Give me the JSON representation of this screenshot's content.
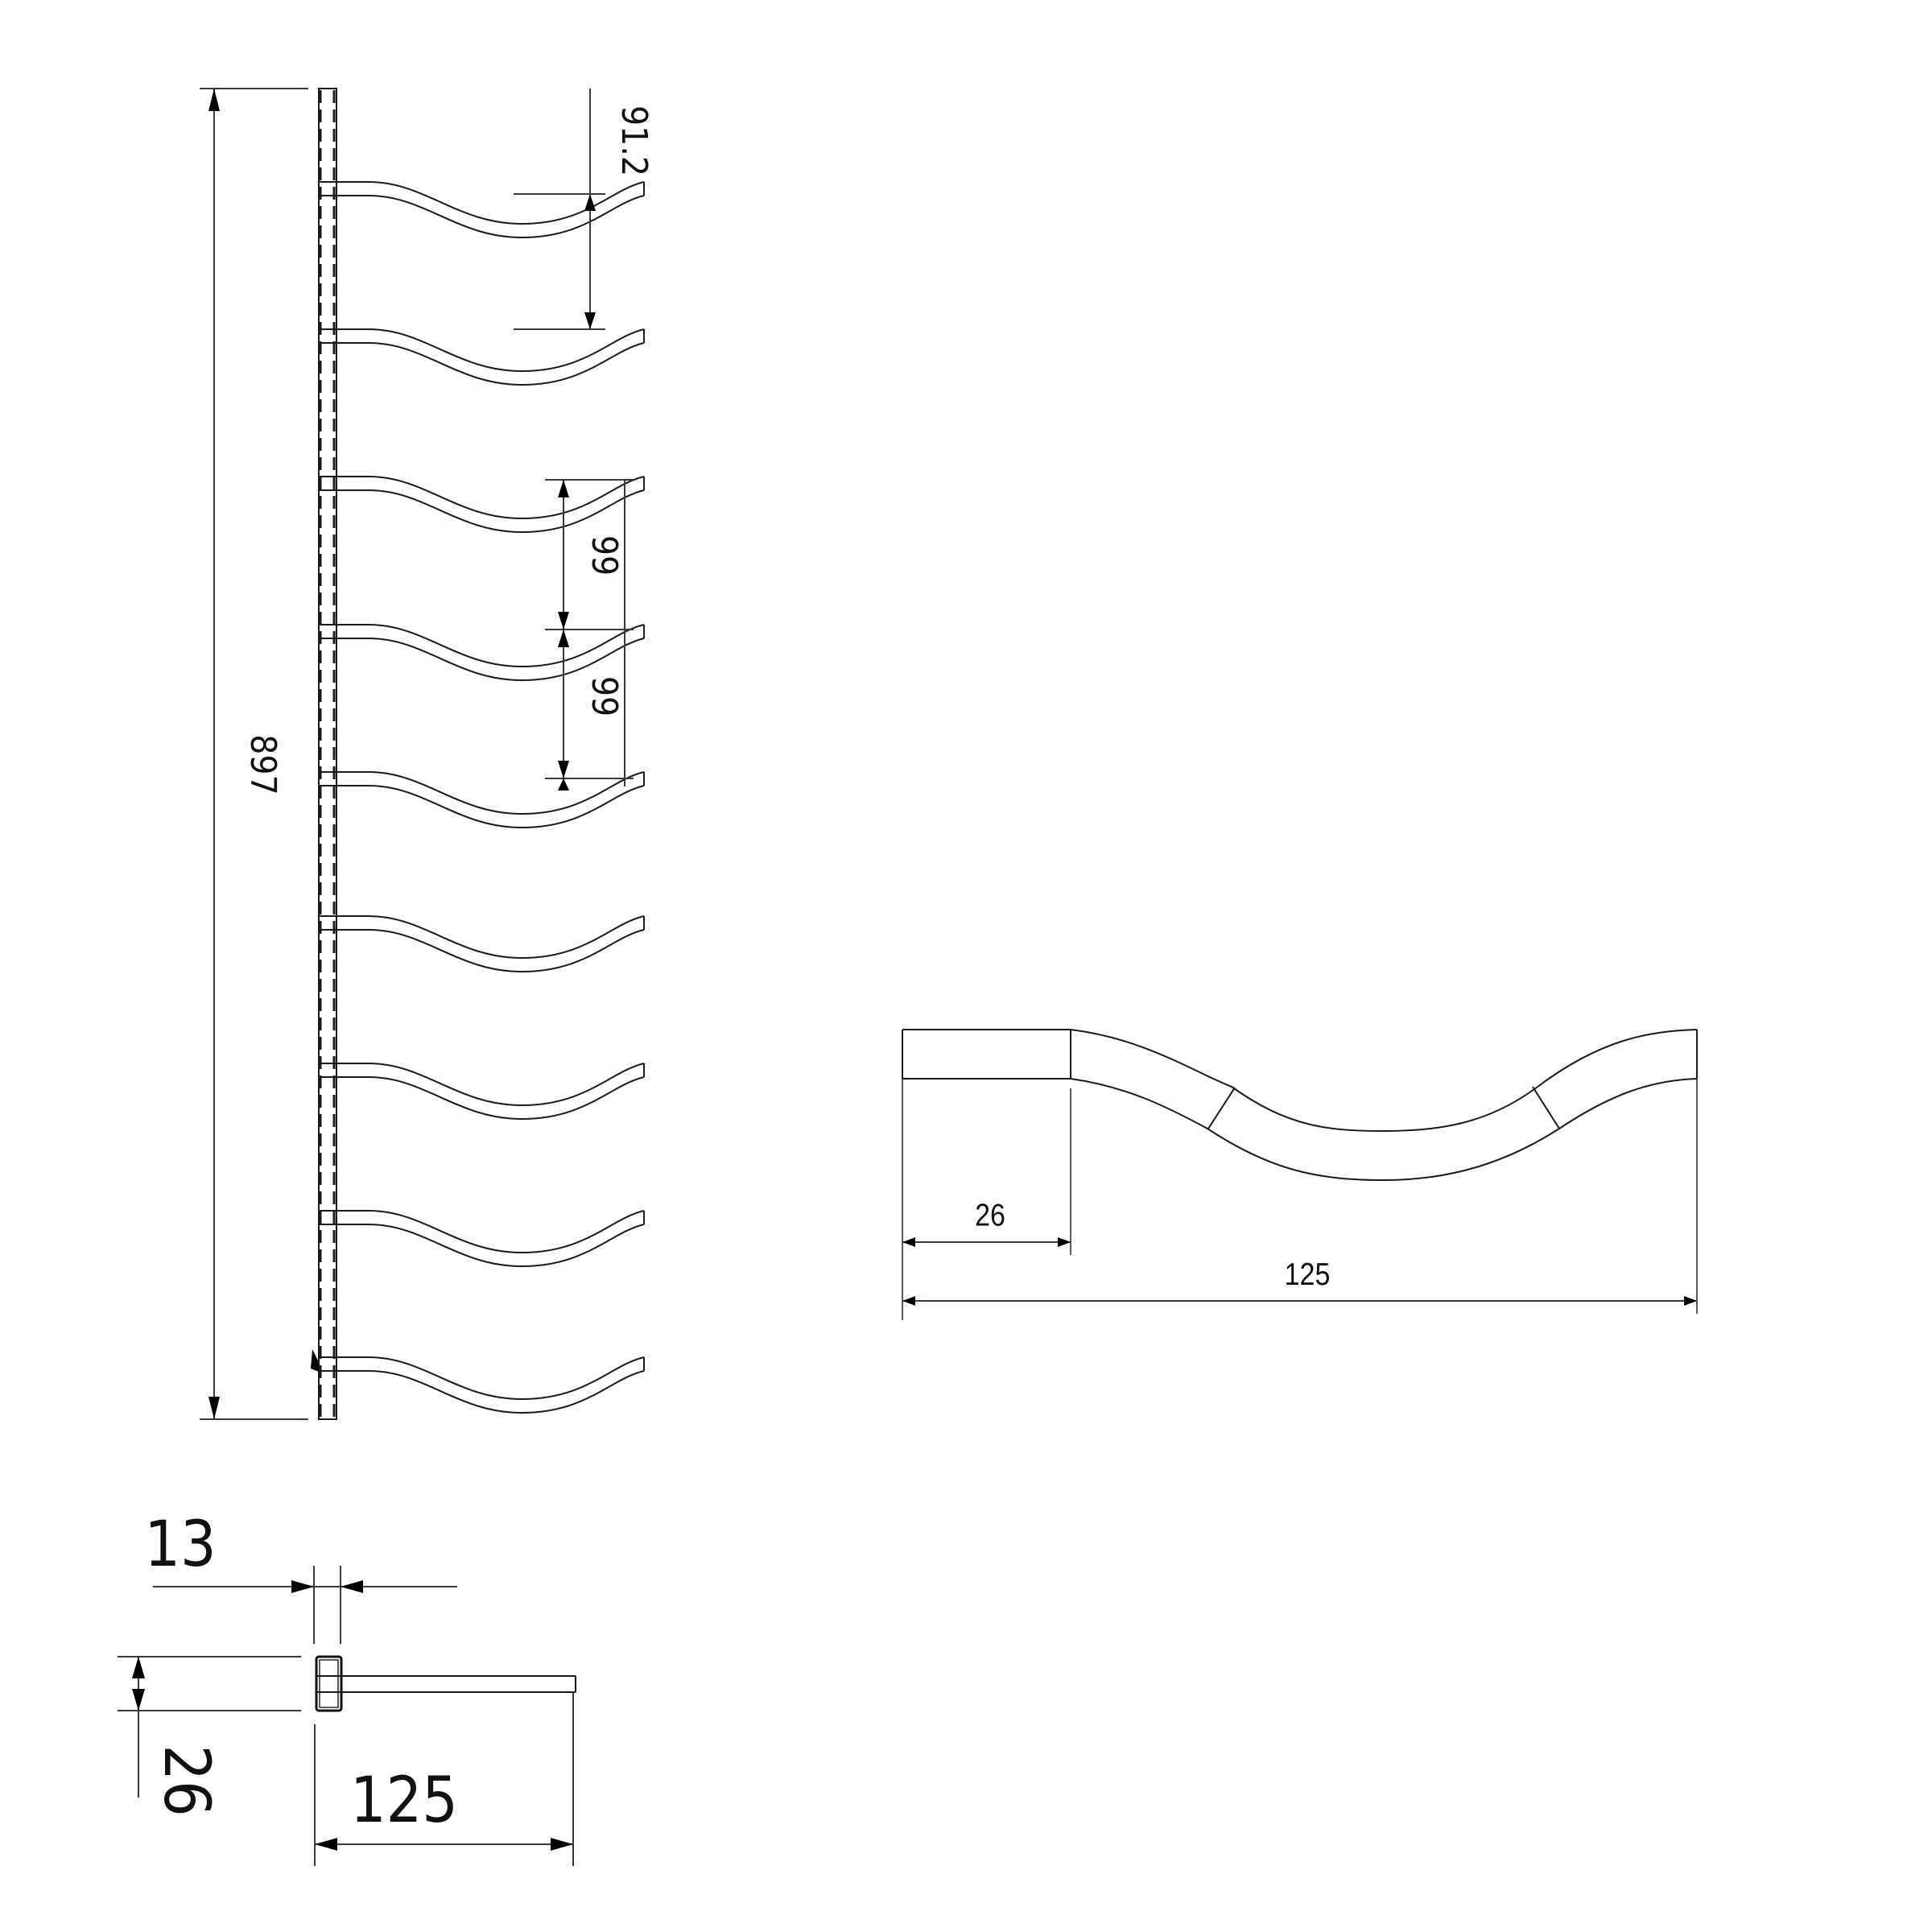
{
  "drawing": {
    "type": "technical-dimension-drawing",
    "subject": "wall-mounted wave-hook rack",
    "line_color": "#1a1a1a",
    "background": "#ffffff",
    "views": {
      "front_view": {
        "hook_count": 9,
        "dimensions": {
          "overall_height": "897",
          "top_offset": "91.2",
          "hook_pitch_1": "99",
          "hook_pitch_2": "99"
        }
      },
      "section_view": {
        "dimensions": {
          "bar_width": "13",
          "bar_depth": "26",
          "hook_projection": "125"
        }
      },
      "hook_detail_view": {
        "dimensions": {
          "straight_length": "26",
          "total_length": "125"
        }
      }
    }
  }
}
